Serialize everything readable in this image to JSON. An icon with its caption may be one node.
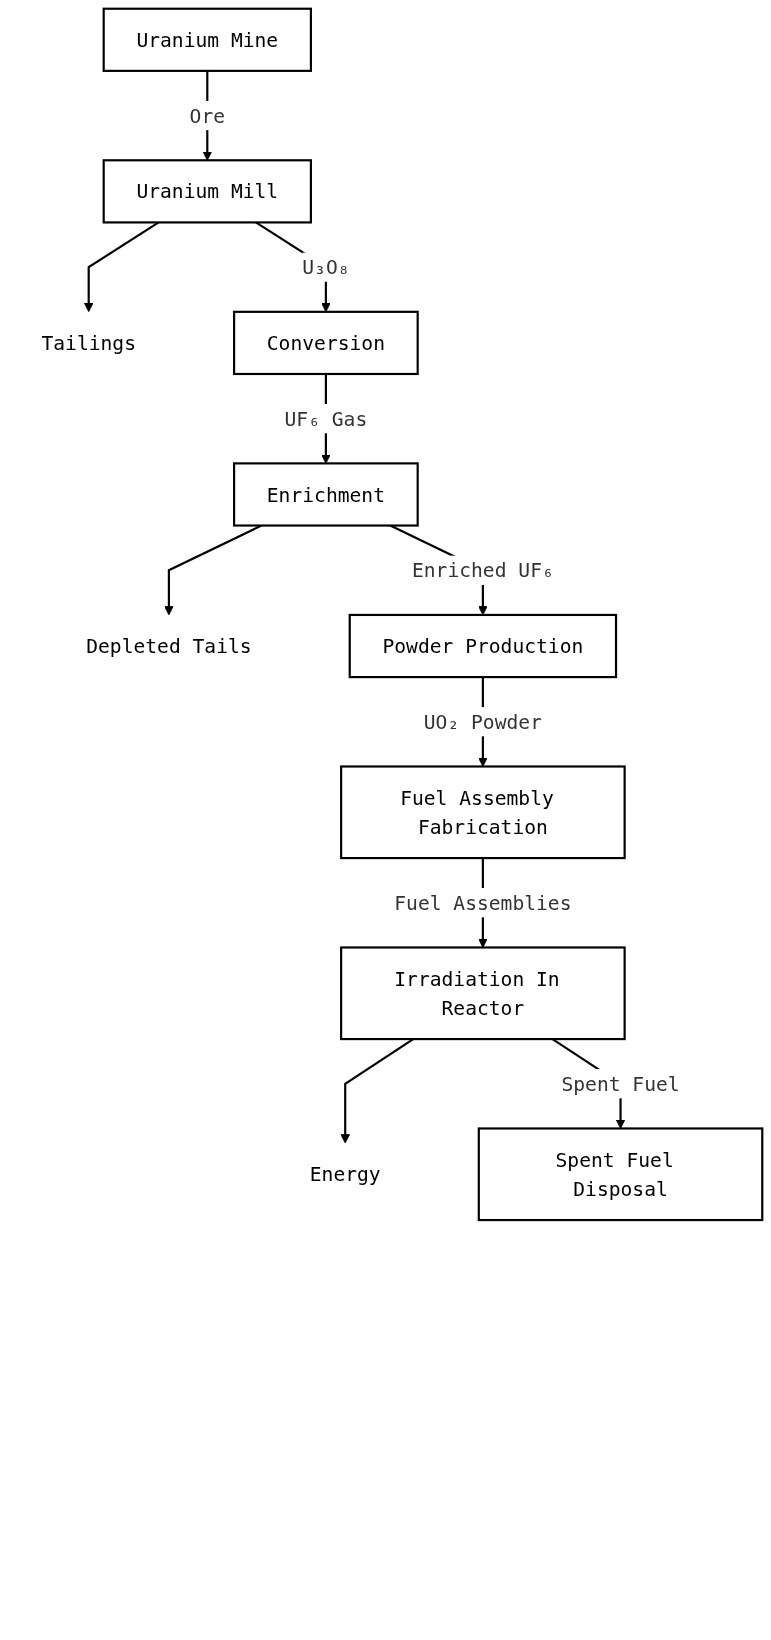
{
  "diagram": {
    "nodes": [
      {
        "text": [
          "Uranium Mine"
        ]
      },
      {
        "text": [
          "Uranium Mill"
        ]
      },
      {
        "text": [
          "Tailings"
        ]
      },
      {
        "text": [
          "Conversion"
        ]
      },
      {
        "text": [
          "Enrichment"
        ]
      },
      {
        "text": [
          "Depleted Tails"
        ]
      },
      {
        "text": [
          "Powder Production"
        ]
      },
      {
        "text": [
          "Fuel Assembly Fabrication"
        ]
      },
      {
        "text": [
          "Irradiation In Reactor"
        ]
      },
      {
        "text": [
          "Energy"
        ]
      },
      {
        "text": [
          "Spent Fuel Disposal"
        ]
      }
    ],
    "edges": [
      {
        "from": 0,
        "to": 1,
        "arrow": "to",
        "label": "Ore"
      },
      {
        "from": 1,
        "to": 2,
        "arrow": "to"
      },
      {
        "from": 1,
        "to": 3,
        "arrow": "to",
        "label": "U₃O₈"
      },
      {
        "from": 3,
        "to": 4,
        "arrow": "to",
        "label": "UF₆ Gas"
      },
      {
        "from": 4,
        "to": 5,
        "arrow": "to"
      },
      {
        "from": 4,
        "to": 6,
        "arrow": "to",
        "label": "Enriched UF₆"
      },
      {
        "from": 6,
        "to": 7,
        "arrow": "to",
        "label": "UO₂ Powder"
      },
      {
        "from": 7,
        "to": 8,
        "arrow": "to",
        "label": "Fuel Assemblies"
      },
      {
        "from": 8,
        "to": 9,
        "arrow": "to"
      },
      {
        "from": 8,
        "to": 10,
        "arrow": "to",
        "label": "Spent Fuel"
      }
    ]
  }
}
